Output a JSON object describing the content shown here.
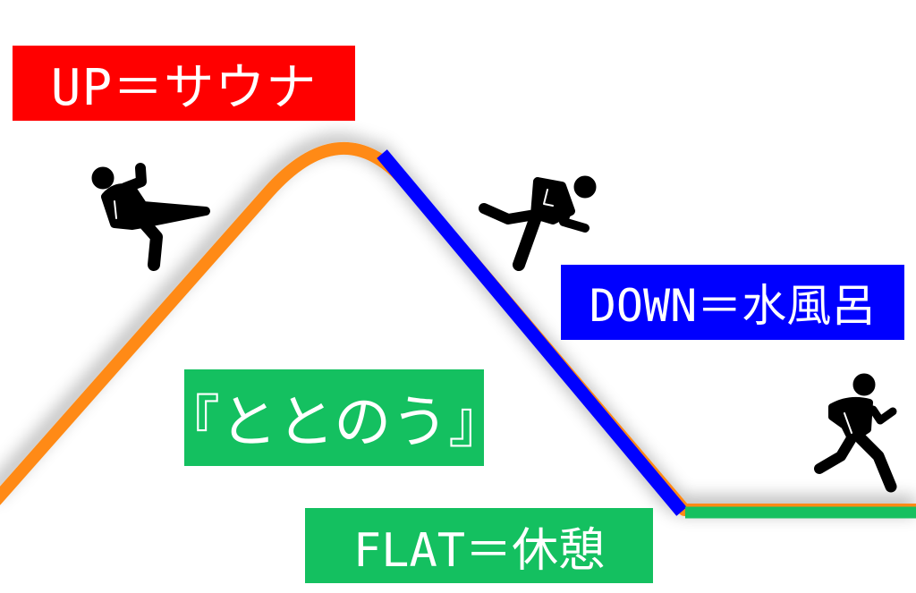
{
  "colors": {
    "up_label_bg": "#ff0000",
    "down_label_bg": "#0000ff",
    "totonou_label_bg": "#14c060",
    "flat_label_bg": "#14c060",
    "up_curve": "#ff8a14",
    "down_line": "#0000ff",
    "flat_line": "#14c060",
    "figure": "#000000",
    "label_text": "#ffffff"
  },
  "labels": {
    "up": "UP＝サウナ",
    "down": "DOWN＝水風呂",
    "totonou": "『ととのう』",
    "flat": "FLAT＝休憩"
  },
  "figures": [
    {
      "name": "kicking-figure-icon",
      "meaning": "sauna (up)"
    },
    {
      "name": "leaping-figure-icon",
      "meaning": "cold bath (down)"
    },
    {
      "name": "running-figure-icon",
      "meaning": "rest (flat)"
    }
  ]
}
